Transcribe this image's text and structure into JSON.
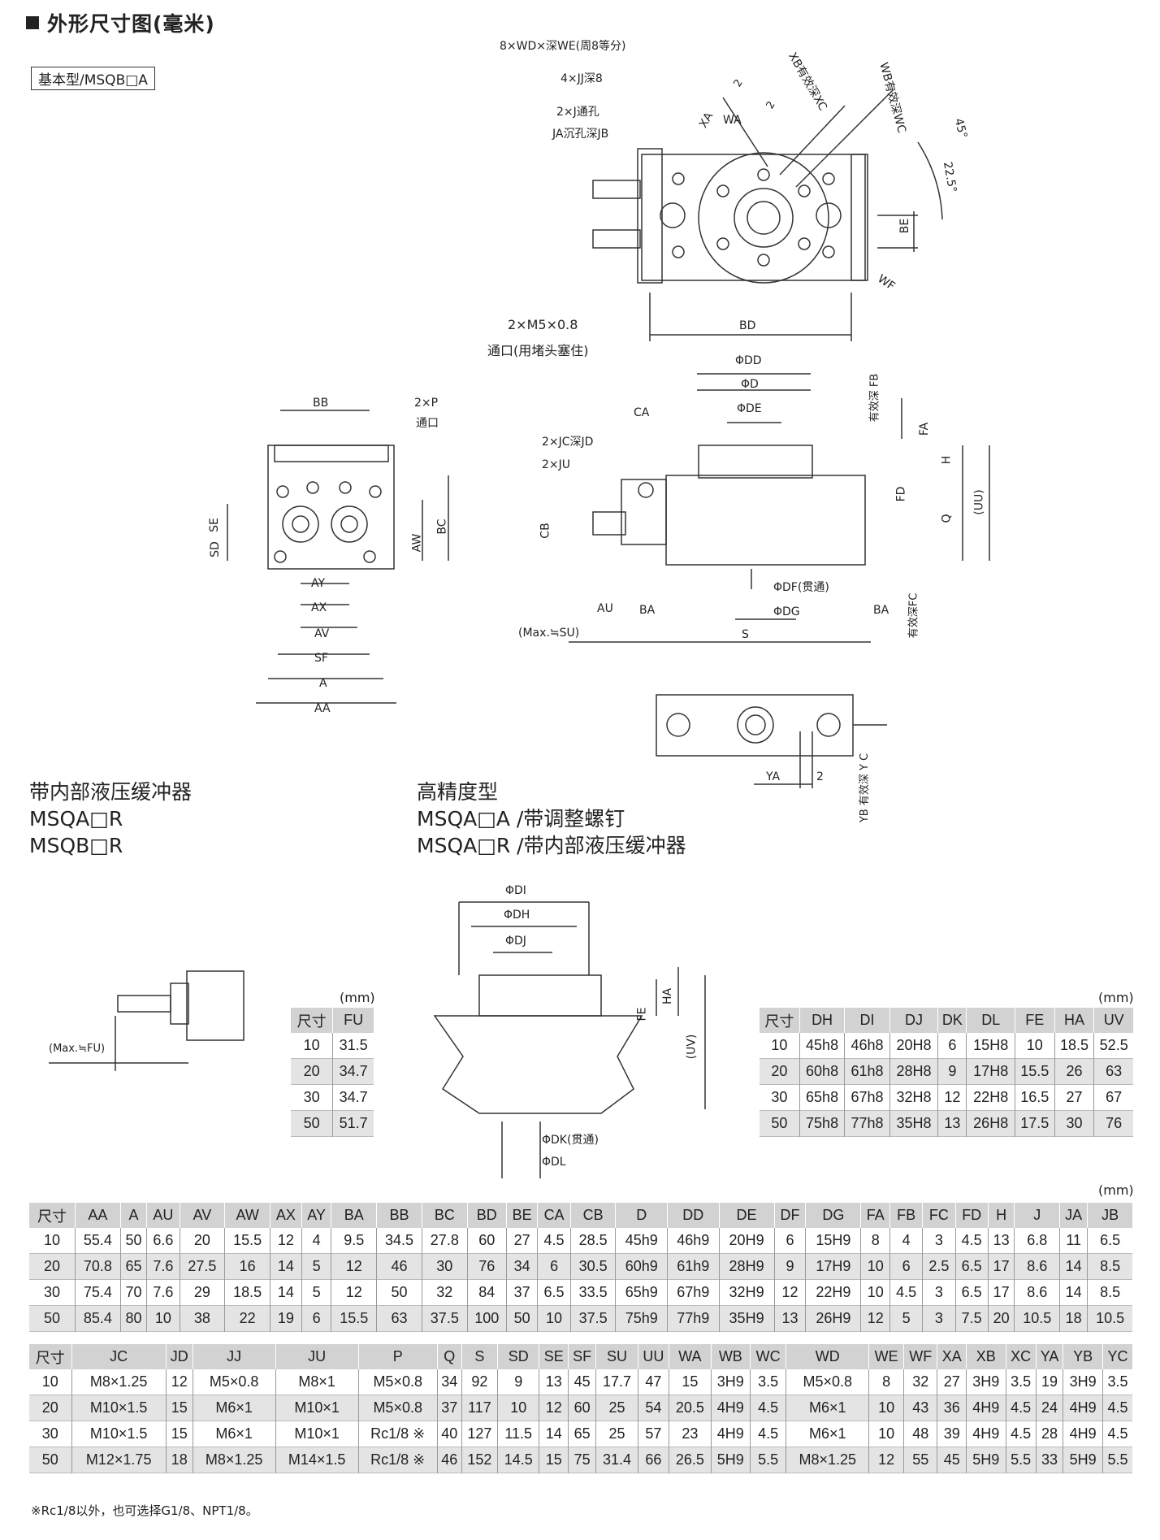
{
  "title": "外形尺寸图(毫米)",
  "basic_label": "基本型/MSQB□A",
  "section_left": [
    "带内部液压缓冲器",
    "MSQA□R",
    "MSQB□R"
  ],
  "section_right": [
    "高精度型",
    "MSQA□A /带调整螺钉",
    "MSQA□R /带内部液压缓冲器"
  ],
  "drawing_labels": {
    "wd": "8×WD×深WE(周8等分)",
    "jj": "4×JJ深8",
    "j": "2×J通孔",
    "ja": "JA沉孔深JB",
    "xa": "XA",
    "wa": "WA",
    "two": "2",
    "xb": "XB有效深XC",
    "wb": "WB有效深WC",
    "deg45": "45°",
    "deg225": "22.5°",
    "be": "BE",
    "wf": "WF",
    "m5": "2×M5×0.8",
    "port": "通口(用堵头塞住)",
    "bd": "BD",
    "bb": "BB",
    "p": "2×P",
    "port2": "通口",
    "sd": "SD",
    "se": "SE",
    "aw": "AW",
    "bc": "BC",
    "ay": "AY",
    "ax": "AX",
    "av": "AV",
    "sf": "SF",
    "a": "A",
    "aa": "AA",
    "dd": "ΦDD",
    "d": "ΦD",
    "de": "ΦDE",
    "fb": "有效深 FB",
    "fa": "FA",
    "h": "H",
    "fd": "FD",
    "q": "Q",
    "uu": "(UU)",
    "ca": "CA",
    "jc": "2×JC深JD",
    "ju": "2×JU",
    "cb": "CB",
    "au": "AU",
    "ba": "BA",
    "ba2": "BA",
    "su": "(Max.≒SU)",
    "s": "S",
    "df": "ΦDF(贯通)",
    "dg": "ΦDG",
    "fc": "有效深FC",
    "ya": "YA",
    "yb": "YB 有效深 Y C",
    "two2": "2",
    "fu": "(Max.≒FU)",
    "di": "ΦDI",
    "dh": "ΦDH",
    "dj": "ΦDJ",
    "fe": "FE",
    "ha": "HA",
    "uv": "(UV)",
    "dk": "ΦDK(贯通)",
    "dl": "ΦDL"
  },
  "unit": "(mm)",
  "table_fu": {
    "headers": [
      "尺寸",
      "FU"
    ],
    "rows": [
      [
        "10",
        "31.5"
      ],
      [
        "20",
        "34.7"
      ],
      [
        "30",
        "34.7"
      ],
      [
        "50",
        "51.7"
      ]
    ]
  },
  "table_dh": {
    "headers": [
      "尺寸",
      "DH",
      "DI",
      "DJ",
      "DK",
      "DL",
      "FE",
      "HA",
      "UV"
    ],
    "rows": [
      [
        "10",
        "45h8",
        "46h8",
        "20H8",
        "6",
        "15H8",
        "10",
        "18.5",
        "52.5"
      ],
      [
        "20",
        "60h8",
        "61h8",
        "28H8",
        "9",
        "17H8",
        "15.5",
        "26",
        "63"
      ],
      [
        "30",
        "65h8",
        "67h8",
        "32H8",
        "12",
        "22H8",
        "16.5",
        "27",
        "67"
      ],
      [
        "50",
        "75h8",
        "77h8",
        "35H8",
        "13",
        "26H8",
        "17.5",
        "30",
        "76"
      ]
    ]
  },
  "table_main1": {
    "headers": [
      "尺寸",
      "AA",
      "A",
      "AU",
      "AV",
      "AW",
      "AX",
      "AY",
      "BA",
      "BB",
      "BC",
      "BD",
      "BE",
      "CA",
      "CB",
      "D",
      "DD",
      "DE",
      "DF",
      "DG",
      "FA",
      "FB",
      "FC",
      "FD",
      "H",
      "J",
      "JA",
      "JB"
    ],
    "rows": [
      [
        "10",
        "55.4",
        "50",
        "6.6",
        "20",
        "15.5",
        "12",
        "4",
        "9.5",
        "34.5",
        "27.8",
        "60",
        "27",
        "4.5",
        "28.5",
        "45h9",
        "46h9",
        "20H9",
        "6",
        "15H9",
        "8",
        "4",
        "3",
        "4.5",
        "13",
        "6.8",
        "11",
        "6.5"
      ],
      [
        "20",
        "70.8",
        "65",
        "7.6",
        "27.5",
        "16",
        "14",
        "5",
        "12",
        "46",
        "30",
        "76",
        "34",
        "6",
        "30.5",
        "60h9",
        "61h9",
        "28H9",
        "9",
        "17H9",
        "10",
        "6",
        "2.5",
        "6.5",
        "17",
        "8.6",
        "14",
        "8.5"
      ],
      [
        "30",
        "75.4",
        "70",
        "7.6",
        "29",
        "18.5",
        "14",
        "5",
        "12",
        "50",
        "32",
        "84",
        "37",
        "6.5",
        "33.5",
        "65h9",
        "67h9",
        "32H9",
        "12",
        "22H9",
        "10",
        "4.5",
        "3",
        "6.5",
        "17",
        "8.6",
        "14",
        "8.5"
      ],
      [
        "50",
        "85.4",
        "80",
        "10",
        "38",
        "22",
        "19",
        "6",
        "15.5",
        "63",
        "37.5",
        "100",
        "50",
        "10",
        "37.5",
        "75h9",
        "77h9",
        "35H9",
        "13",
        "26H9",
        "12",
        "5",
        "3",
        "7.5",
        "20",
        "10.5",
        "18",
        "10.5"
      ]
    ]
  },
  "table_main2": {
    "headers": [
      "尺寸",
      "JC",
      "JD",
      "JJ",
      "JU",
      "P",
      "Q",
      "S",
      "SD",
      "SE",
      "SF",
      "SU",
      "UU",
      "WA",
      "WB",
      "WC",
      "WD",
      "WE",
      "WF",
      "XA",
      "XB",
      "XC",
      "YA",
      "YB",
      "YC"
    ],
    "rows": [
      [
        "10",
        "M8×1.25",
        "12",
        "M5×0.8",
        "M8×1",
        "M5×0.8",
        "34",
        "92",
        "9",
        "13",
        "45",
        "17.7",
        "47",
        "15",
        "3H9",
        "3.5",
        "M5×0.8",
        "8",
        "32",
        "27",
        "3H9",
        "3.5",
        "19",
        "3H9",
        "3.5"
      ],
      [
        "20",
        "M10×1.5",
        "15",
        "M6×1",
        "M10×1",
        "M5×0.8",
        "37",
        "117",
        "10",
        "12",
        "60",
        "25",
        "54",
        "20.5",
        "4H9",
        "4.5",
        "M6×1",
        "10",
        "43",
        "36",
        "4H9",
        "4.5",
        "24",
        "4H9",
        "4.5"
      ],
      [
        "30",
        "M10×1.5",
        "15",
        "M6×1",
        "M10×1",
        "Rc1/8 ※",
        "40",
        "127",
        "11.5",
        "14",
        "65",
        "25",
        "57",
        "23",
        "4H9",
        "4.5",
        "M6×1",
        "10",
        "48",
        "39",
        "4H9",
        "4.5",
        "28",
        "4H9",
        "4.5"
      ],
      [
        "50",
        "M12×1.75",
        "18",
        "M8×1.25",
        "M14×1.5",
        "Rc1/8 ※",
        "46",
        "152",
        "14.5",
        "15",
        "75",
        "31.4",
        "66",
        "26.5",
        "5H9",
        "5.5",
        "M8×1.25",
        "12",
        "55",
        "45",
        "5H9",
        "5.5",
        "33",
        "5H9",
        "5.5"
      ]
    ]
  },
  "note": "※Rc1/8以外，也可选择G1/8、NPT1/8。"
}
